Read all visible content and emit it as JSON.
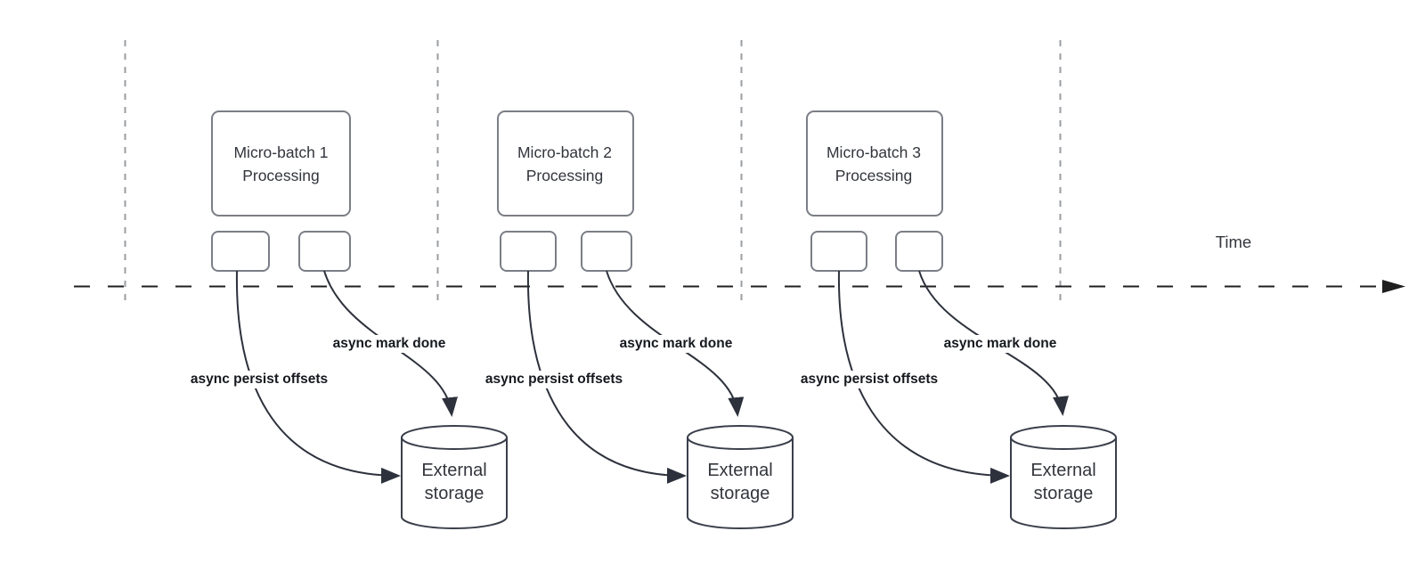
{
  "time_axis": {
    "label": "Time"
  },
  "groups": [
    {
      "box_line1": "Micro-batch 1",
      "box_line2": "Processing",
      "persist_label": "async persist offsets",
      "mark_done_label": "async mark done",
      "storage_line1": "External",
      "storage_line2": "storage"
    },
    {
      "box_line1": "Micro-batch 2",
      "box_line2": "Processing",
      "persist_label": "async persist offsets",
      "mark_done_label": "async mark done",
      "storage_line1": "External",
      "storage_line2": "storage"
    },
    {
      "box_line1": "Micro-batch 3",
      "box_line2": "Processing",
      "persist_label": "async persist offsets",
      "mark_done_label": "async mark done",
      "storage_line1": "External",
      "storage_line2": "storage"
    }
  ],
  "colors": {
    "axis_line": "#1f1f1f",
    "tick_line": "#9a9da1",
    "shape_border": "#7b7e86",
    "cylinder_border": "#3a3f4b",
    "arrow_line": "#2d313c",
    "label_text": "#15181e",
    "body_text": "#33363c"
  }
}
